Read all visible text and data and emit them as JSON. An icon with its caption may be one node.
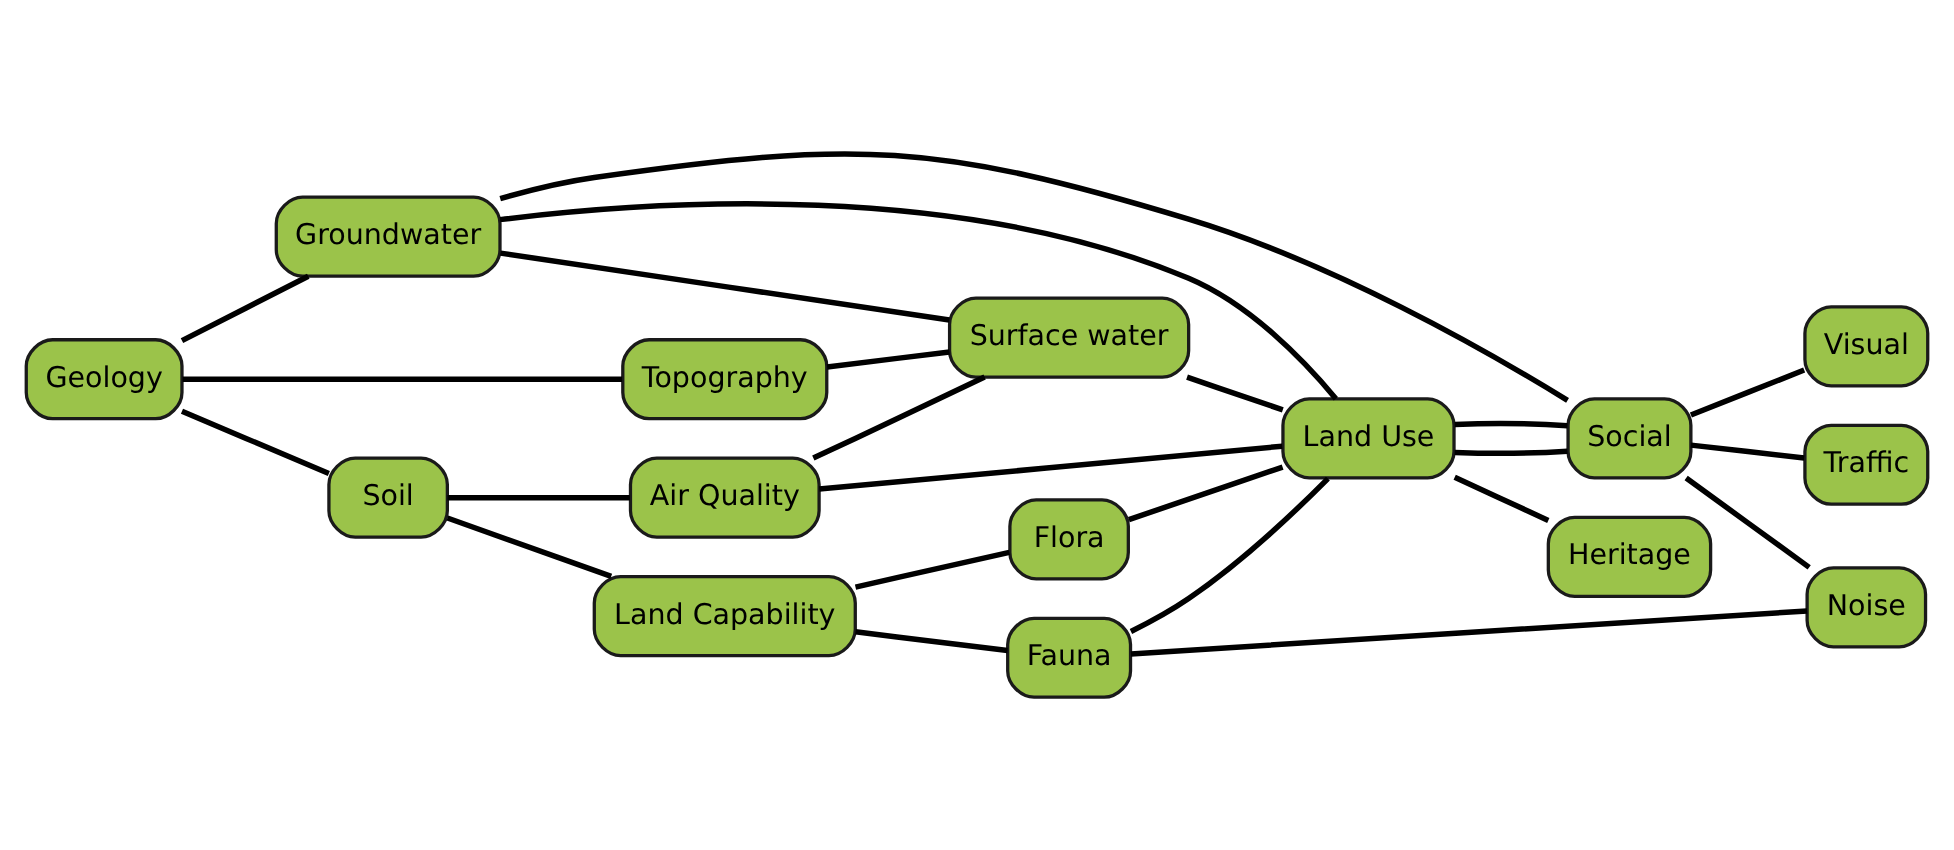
{
  "diagram": {
    "nodes": [
      {
        "text": [
          "Groundwater"
        ]
      },
      {
        "text": [
          "Visual"
        ]
      },
      {
        "text": [
          "Social"
        ]
      },
      {
        "text": [
          "Traffic"
        ]
      },
      {
        "text": [
          "Surface water"
        ]
      },
      {
        "text": [
          "Land Use"
        ]
      },
      {
        "text": [
          "Heritage"
        ]
      },
      {
        "text": [
          "Topography"
        ]
      },
      {
        "text": [
          "Geology"
        ]
      },
      {
        "text": [
          "Air Quality"
        ]
      },
      {
        "text": [
          "Noise"
        ]
      },
      {
        "text": [
          "Flora"
        ]
      },
      {
        "text": [
          "Soil"
        ]
      },
      {
        "text": [
          "Land Capability"
        ]
      },
      {
        "text": [
          "Fauna"
        ]
      }
    ],
    "edges": [
      {
        "from": 8,
        "to": 0,
        "arrow": "none"
      },
      {
        "from": 8,
        "to": 7,
        "arrow": "none"
      },
      {
        "from": 8,
        "to": 12,
        "arrow": "none"
      },
      {
        "from": 0,
        "to": 4,
        "arrow": "none"
      },
      {
        "from": 0,
        "to": 5,
        "arrow": "none"
      },
      {
        "from": 0,
        "to": 2,
        "arrow": "none"
      },
      {
        "from": 7,
        "to": 4,
        "arrow": "none"
      },
      {
        "from": 4,
        "to": 5,
        "arrow": "none"
      },
      {
        "from": 9,
        "to": 4,
        "arrow": "none"
      },
      {
        "from": 9,
        "to": 5,
        "arrow": "none"
      },
      {
        "from": 12,
        "to": 9,
        "arrow": "none"
      },
      {
        "from": 12,
        "to": 13,
        "arrow": "none"
      },
      {
        "from": 13,
        "to": 11,
        "arrow": "none"
      },
      {
        "from": 13,
        "to": 14,
        "arrow": "none"
      },
      {
        "from": 11,
        "to": 5,
        "arrow": "none"
      },
      {
        "from": 14,
        "to": 5,
        "arrow": "none"
      },
      {
        "from": 14,
        "to": 10,
        "arrow": "none"
      },
      {
        "from": 5,
        "to": 2,
        "arrow": "none"
      },
      {
        "from": 5,
        "to": 2,
        "arrow": "none"
      },
      {
        "from": 5,
        "to": 6,
        "arrow": "none"
      },
      {
        "from": 2,
        "to": 1,
        "arrow": "none"
      },
      {
        "from": 2,
        "to": 3,
        "arrow": "none"
      },
      {
        "from": 2,
        "to": 10,
        "arrow": "none"
      }
    ]
  }
}
